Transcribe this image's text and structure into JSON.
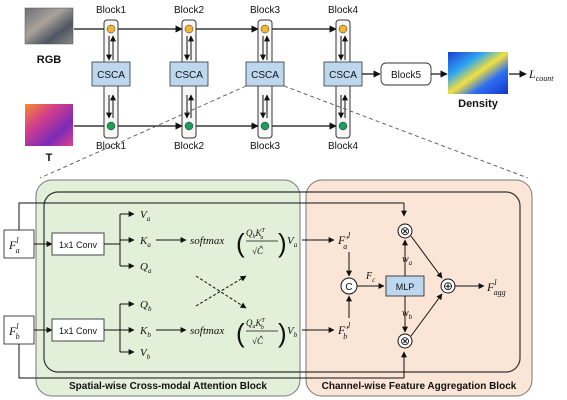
{
  "top": {
    "input_rgb_label": "RGB",
    "input_t_label": "T",
    "blocks_top": [
      "Block1",
      "Block2",
      "Block3",
      "Block4"
    ],
    "blocks_bottom": [
      "Block1",
      "Block2",
      "Block3",
      "Block4"
    ],
    "csca_label": "CSCA",
    "block5_label": "Block5",
    "density_label": "Density",
    "loss_label": "L",
    "loss_sub": "count"
  },
  "spatial": {
    "title": "Spatial-wise Cross-modal Attention Block",
    "conv_label": "1x1 Conv",
    "in_a": "F",
    "in_a_sup": "l",
    "in_a_sub": "a",
    "in_b": "F",
    "in_b_sup": "l",
    "in_b_sub": "b",
    "va": "V",
    "va_sub": "a",
    "ka": "K",
    "ka_sub": "a",
    "qa": "Q",
    "qa_sub": "a",
    "qb": "Q",
    "qb_sub": "b",
    "kb": "K",
    "kb_sub": "b",
    "vb": "V",
    "vb_sub": "b",
    "softmax": "softmax",
    "frac_top_a": "Q",
    "frac_top_a_sub": "b",
    "frac_top_a2": "K",
    "frac_top_a2_sub": "a",
    "frac_top_a2_sup": "T",
    "frac_top_b": "Q",
    "frac_top_b_sub": "a",
    "frac_top_b2": "K",
    "frac_top_b2_sub": "b",
    "frac_top_b2_sup": "T",
    "sqrt": "√",
    "c_hat": "Ĉ"
  },
  "channel": {
    "title": "Channel-wise Feature Aggregation Block",
    "fa_prime": "F′",
    "fa_prime_sup": "l",
    "fa_prime_sub": "a",
    "fb_prime": "F′",
    "fb_prime_sup": "l",
    "fb_prime_sub": "b",
    "concat": "C",
    "fc": "F",
    "fc_sub": "c",
    "mlp": "MLP",
    "wa": "w",
    "wa_sub": "a",
    "wb": "w",
    "wb_sub": "b",
    "mult": "⊗",
    "plus": "⊕",
    "out": "F",
    "out_sup": "l",
    "out_sub": "agg"
  },
  "colors": {
    "csca_fill": "#bdd7ee",
    "rgb_dot": "#f2b632",
    "t_dot": "#1a9e5a",
    "spatial_bg": "#e2efd9",
    "channel_bg": "#fbe5d6"
  }
}
